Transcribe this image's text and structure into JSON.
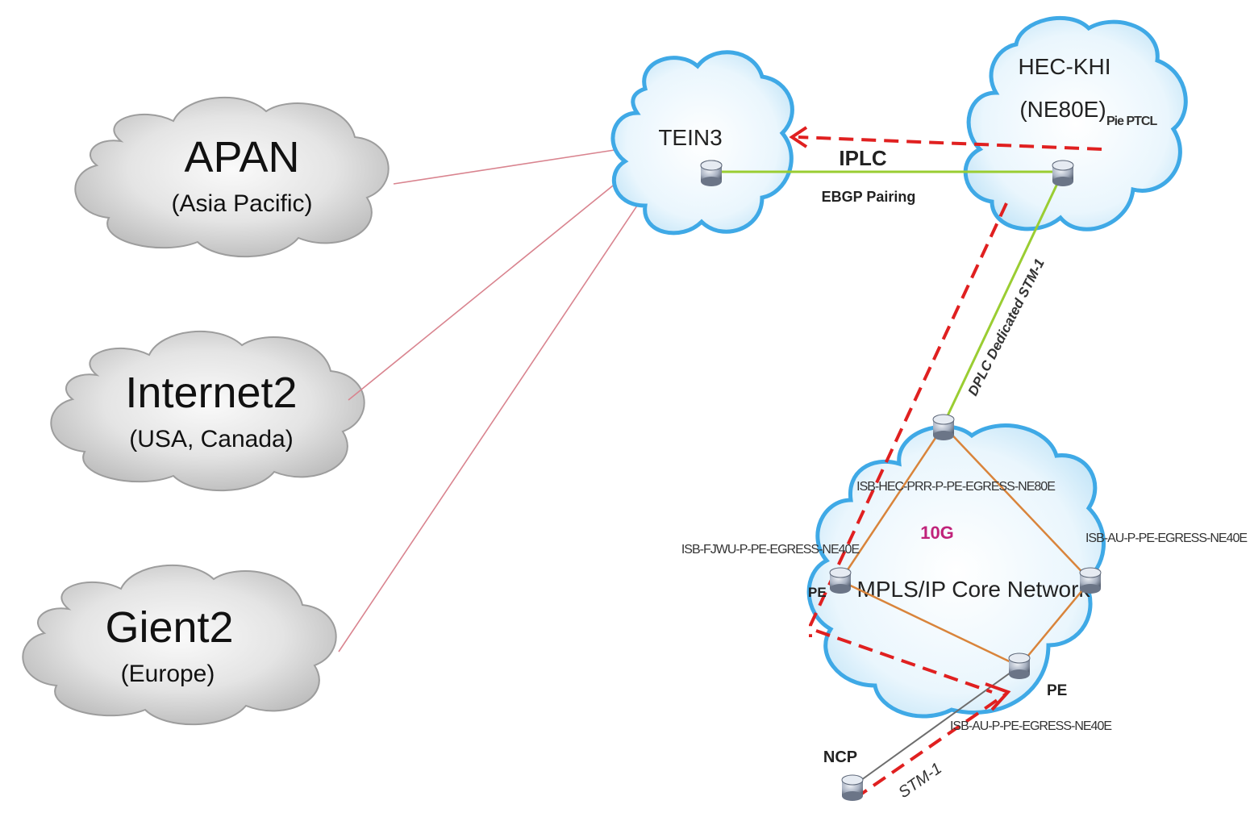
{
  "external_networks": [
    {
      "name": "APAN",
      "region": "(Asia Pacific)"
    },
    {
      "name": "Internet2",
      "region": "(USA, Canada)"
    },
    {
      "name": "Gient2",
      "region": "(Europe)"
    }
  ],
  "tein3": {
    "label": "TEIN3"
  },
  "hec_khi": {
    "name": "HEC-KHI",
    "model": "(NE80E)",
    "note": "Pie PTCL"
  },
  "links": {
    "iplc": "IPLC",
    "ebgp": "EBGP Pairing",
    "dplc": "DPLC Dedicated STM-1",
    "stm1": "STM-1"
  },
  "core": {
    "title": "MPLS/IP Core Network",
    "speed": "10G",
    "router_top": "ISB-HEC-PRR-P-PE-EGRESS-NE80E",
    "router_left": "ISB-FJWU-P-PE-EGRESS-NE40E",
    "router_right": "ISB-AU-P-PE-EGRESS-NE40E",
    "router_bottom": "ISB-AU-P-PE-EGRESS-NE40E",
    "pe_left": "PE",
    "pe_bottom": "PE"
  },
  "ncp": {
    "label": "NCP"
  },
  "colors": {
    "pink_link": "#d9848f",
    "green_link": "#9acd32",
    "orange_link": "#d9843b",
    "red_dashed": "#e02020",
    "blue_cloud": "#3fa9e6"
  }
}
